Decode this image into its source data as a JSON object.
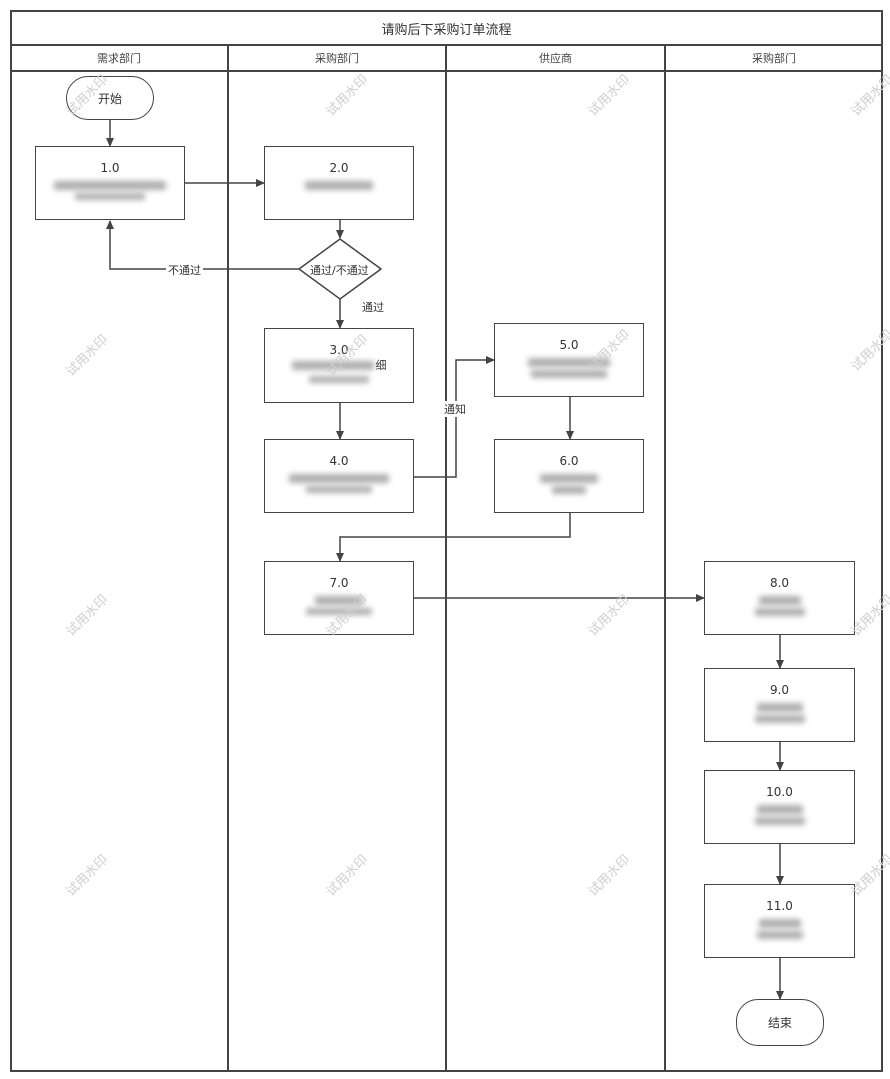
{
  "title": "请购后下采购订单流程",
  "lanes": [
    "需求部门",
    "采购部门",
    "供应商",
    "采购部门"
  ],
  "nodes": {
    "start": "开始",
    "n1": "1.0",
    "n2": "2.0",
    "decision": "通过/不通过",
    "n3": "3.0",
    "n3_suffix": "细",
    "n4": "4.0",
    "n5": "5.0",
    "n6": "6.0",
    "n7": "7.0",
    "n8": "8.0",
    "n9": "9.0",
    "n10": "10.0",
    "n11": "11.0",
    "end": "结束"
  },
  "edge_labels": {
    "fail": "不通过",
    "pass": "通过",
    "notify": "通知"
  },
  "watermark": "试用水印",
  "colors": {
    "line": "#444444",
    "watermark": "#cfcfcf",
    "blur": "#9a9a9a"
  }
}
